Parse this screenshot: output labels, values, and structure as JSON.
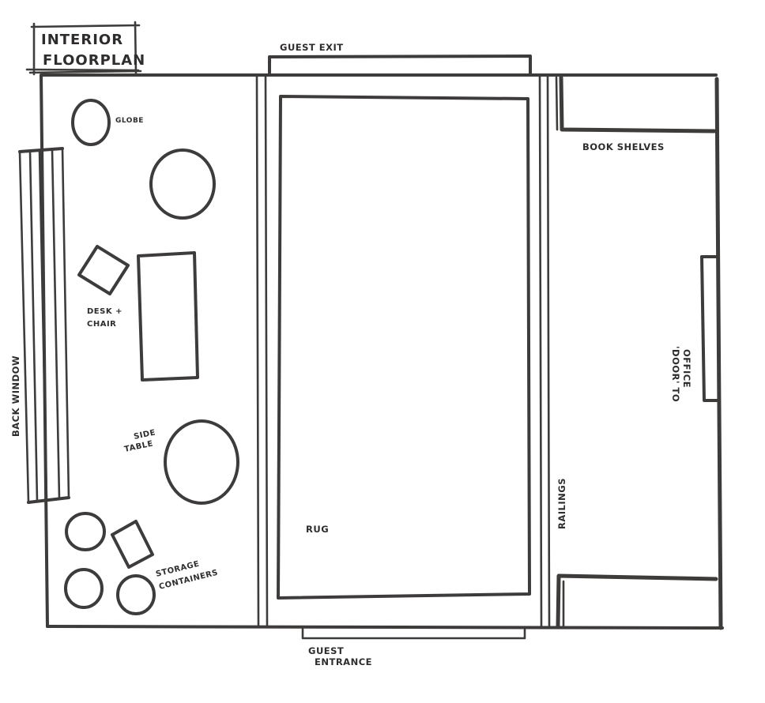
{
  "title": {
    "line1": "INTERIOR",
    "line2": "FLOORPLAN"
  },
  "labels": {
    "guest_exit": "GUEST EXIT",
    "globe": "GLOBE",
    "desk_chair_line1": "DESK +",
    "desk_chair_line2": "CHAIR",
    "back_window": "BACK WINDOW",
    "side_table_line1": "SIDE",
    "side_table_line2": "TABLE",
    "storage_line1": "STORAGE",
    "storage_line2": "CONTAINERS",
    "rug": "RUG",
    "guest_entrance_line1": "GUEST",
    "guest_entrance_line2": "ENTRANCE",
    "book_shelves": "BOOK SHELVES",
    "office_door_line1": "'DOOR' TO",
    "office_door_line2": "OFFICE",
    "railings": "RAILINGS"
  },
  "colors": {
    "ink": "#3e3b3b",
    "paper": "#ffffff"
  }
}
